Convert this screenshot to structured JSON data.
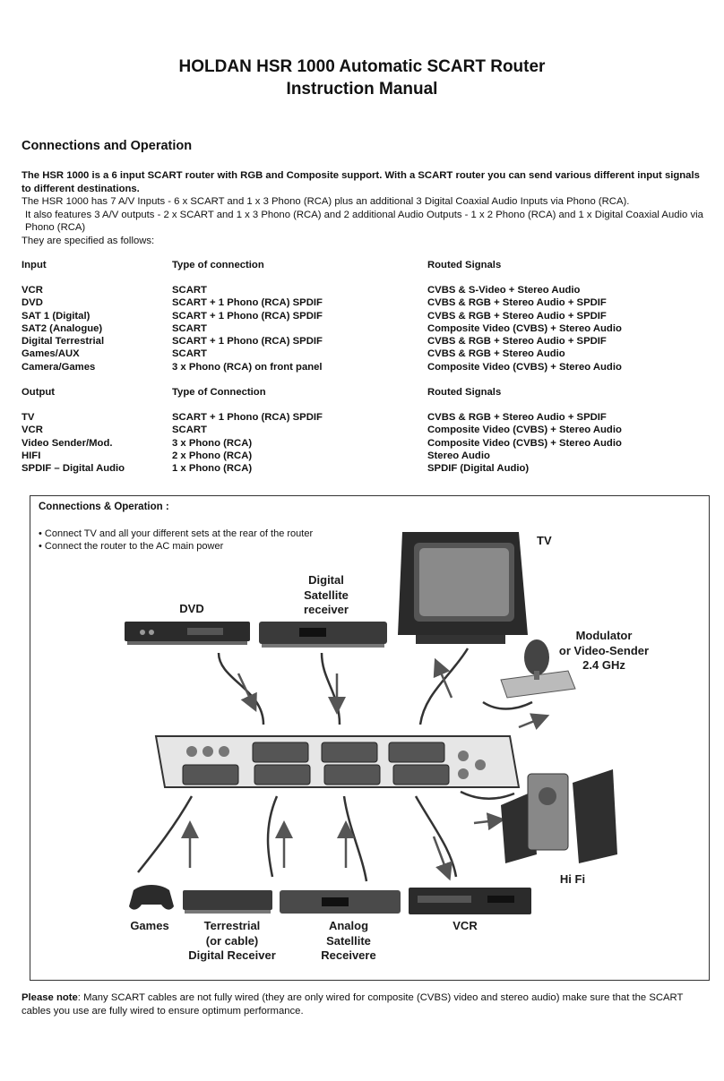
{
  "title_line1": "HOLDAN HSR 1000 Automatic SCART Router",
  "title_line2": "Instruction Manual",
  "section_heading": "Connections and Operation",
  "intro": {
    "bold_lead": "The HSR 1000 is a 6 input SCART router with RGB and Composite support. With a SCART router you can send various different input signals to different destinations.",
    "line1": "The HSR 1000 has 7 A/V Inputs - 6 x SCART and 1 x 3 Phono (RCA) plus an additional 3 Digital Coaxial Audio Inputs via Phono (RCA).",
    "line2": "It also features 3 A/V outputs - 2 x SCART and 1 x 3 Phono (RCA) and 2 additional Audio Outputs - 1 x 2 Phono (RCA) and 1 x Digital Coaxial Audio via Phono (RCA)",
    "line3": "They are specified as follows:"
  },
  "inputs": {
    "headers": [
      "Input",
      "Type of connection",
      "Routed Signals"
    ],
    "rows": [
      [
        "VCR",
        "SCART",
        "CVBS & S-Video + Stereo Audio"
      ],
      [
        "DVD",
        "SCART + 1 Phono (RCA) SPDIF",
        "CVBS & RGB + Stereo Audio + SPDIF"
      ],
      [
        "SAT 1 (Digital)",
        "SCART + 1 Phono (RCA) SPDIF",
        "CVBS & RGB + Stereo Audio + SPDIF"
      ],
      [
        "SAT2 (Analogue)",
        "SCART",
        "Composite Video (CVBS) + Stereo Audio"
      ],
      [
        "Digital Terrestrial",
        "SCART + 1 Phono (RCA) SPDIF",
        "CVBS & RGB + Stereo Audio + SPDIF"
      ],
      [
        "Games/AUX",
        "SCART",
        "CVBS & RGB + Stereo Audio"
      ],
      [
        "Camera/Games",
        "3 x Phono (RCA) on front panel",
        "Composite Video (CVBS) + Stereo Audio"
      ]
    ]
  },
  "outputs": {
    "headers": [
      "Output",
      "Type of Connection",
      "Routed Signals"
    ],
    "rows": [
      [
        "TV",
        "SCART + 1 Phono (RCA) SPDIF",
        "CVBS & RGB + Stereo Audio + SPDIF"
      ],
      [
        "VCR",
        "SCART",
        "Composite Video (CVBS) + Stereo Audio"
      ],
      [
        "Video Sender/Mod.",
        "3 x Phono (RCA)",
        "Composite Video (CVBS) + Stereo Audio"
      ],
      [
        "HIFI",
        "2 x Phono (RCA)",
        "Stereo Audio"
      ],
      [
        "SPDIF – Digital Audio",
        "1 x Phono (RCA)",
        "SPDIF (Digital Audio)"
      ]
    ]
  },
  "diagram": {
    "heading": "Connections & Operation :",
    "step1": "• Connect TV and all your different sets at the rear of the router",
    "step2": "• Connect the router to the AC main power",
    "labels": {
      "tv": "TV",
      "dvd": "DVD",
      "sat_digital": "Digital\nSatellite\nreceiver",
      "modulator": "Modulator\nor Video-Sender\n2.4 GHz",
      "hifi": "Hi Fi",
      "games": "Games",
      "terrestrial": "Terrestrial\n(or cable)\nDigital Receiver",
      "analog_sat": "Analog\nSatellite\nReceivere",
      "vcr": "VCR"
    }
  },
  "note": {
    "bold": "Please note",
    "text": ": Many SCART cables are not fully wired (they are only wired for composite (CVBS) video and stereo audio) make sure that the SCART cables you use are fully wired to ensure optimum performance."
  }
}
